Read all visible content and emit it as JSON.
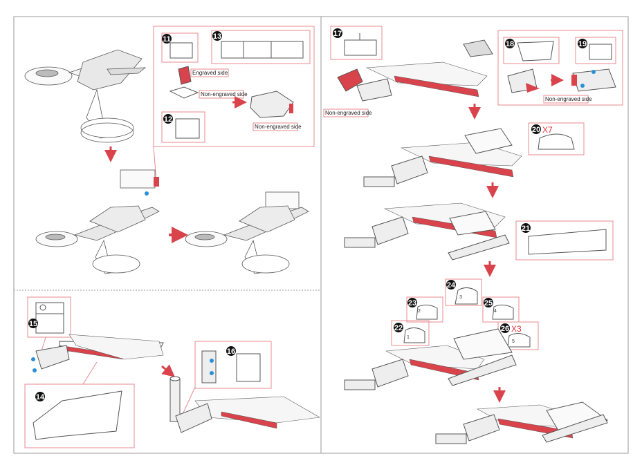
{
  "steps": {
    "s11": "11",
    "s12": "12",
    "s13": "13",
    "s14": "14",
    "s15": "15",
    "s16": "16",
    "s17": "17",
    "s18": "18",
    "s19": "19",
    "s20": "20",
    "s21": "21",
    "s22": "22",
    "s23": "23",
    "s24": "24",
    "s25": "25",
    "s26": "26"
  },
  "counts": {
    "x7": "X7",
    "x3": "X3"
  },
  "labels": {
    "engraved": "Engraved side",
    "non_engraved": "Non-engraved side"
  },
  "part_numbers": {
    "p1": "1",
    "p2": "2",
    "p3": "3",
    "p4": "4",
    "p5": "5"
  },
  "colors": {
    "accent": "#d9434b",
    "frame": "#e88a8e",
    "stroke": "#555555",
    "dot_blue": "#2a8fd6",
    "dot_green": "#7cc84a"
  }
}
